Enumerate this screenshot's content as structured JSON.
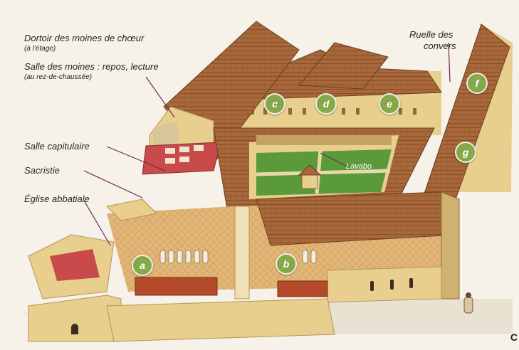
{
  "labels": {
    "dortoir": "Dortoir des moines de chœur",
    "dortoir_sub": "(à l'étage)",
    "salle_moines": "Salle des moines : repos, lecture",
    "salle_moines_sub": "(au rez-de-chaussée)",
    "ruelle_line1": "Ruelle des",
    "ruelle_line2": "convers",
    "salle_capitulaire": "Salle capitulaire",
    "sacristie": "Sacristie",
    "eglise": "Église abbatiale",
    "lavabo": "Lavabo"
  },
  "badges": {
    "a": "a",
    "b": "b",
    "c": "c",
    "d": "d",
    "e": "e",
    "f": "f",
    "g": "g"
  },
  "edge_letter": "C",
  "colors": {
    "roof": "#a8683a",
    "roof_dark": "#7e4a26",
    "wall": "#e8cf8e",
    "wall_shadow": "#cfb170",
    "floor": "#e2b677",
    "lawn": "#5a9a3a",
    "badge": "#86a84a"
  }
}
